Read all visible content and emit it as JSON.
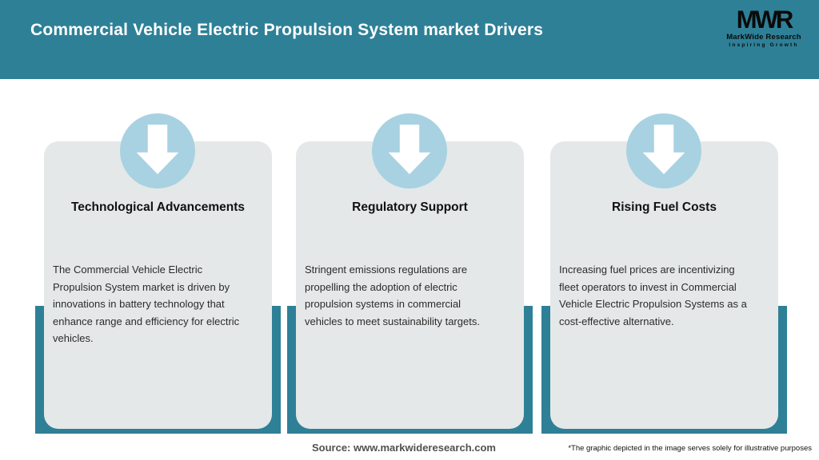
{
  "header": {
    "title": "Commercial Vehicle Electric Propulsion System market Drivers",
    "logo": {
      "acronym": "MWR",
      "name": "MarkWide Research",
      "tagline": "Inspiring Growth"
    }
  },
  "cards": [
    {
      "icon": "arrow-down-icon",
      "title": "Technological Advancements",
      "body": "The Commercial Vehicle Electric\nPropulsion System market is driven by\ninnovations in battery technology that\nenhance range and efficiency for electric\nvehicles."
    },
    {
      "icon": "arrow-down-icon",
      "title": "Regulatory Support",
      "body": "Stringent emissions regulations are\npropelling the adoption of electric\npropulsion systems in commercial\nvehicles to meet sustainability targets."
    },
    {
      "icon": "arrow-down-icon",
      "title": "Rising Fuel Costs",
      "body": "Increasing fuel prices are incentivizing\nfleet operators to invest in Commercial\nVehicle Electric Propulsion Systems as a\ncost-effective alternative."
    }
  ],
  "footer": {
    "source": "Source: www.markwideresearch.com",
    "disclaimer": "*The graphic depicted in the image serves solely for illustrative purposes"
  },
  "colors": {
    "accent_teal": "#2e8097",
    "card_background": "#e5e8e8",
    "circle_blue": "#a8d2e1",
    "header_text": "#ffffff",
    "body_text": "#2b2b2b",
    "logo_black": "#0a0a0a"
  }
}
